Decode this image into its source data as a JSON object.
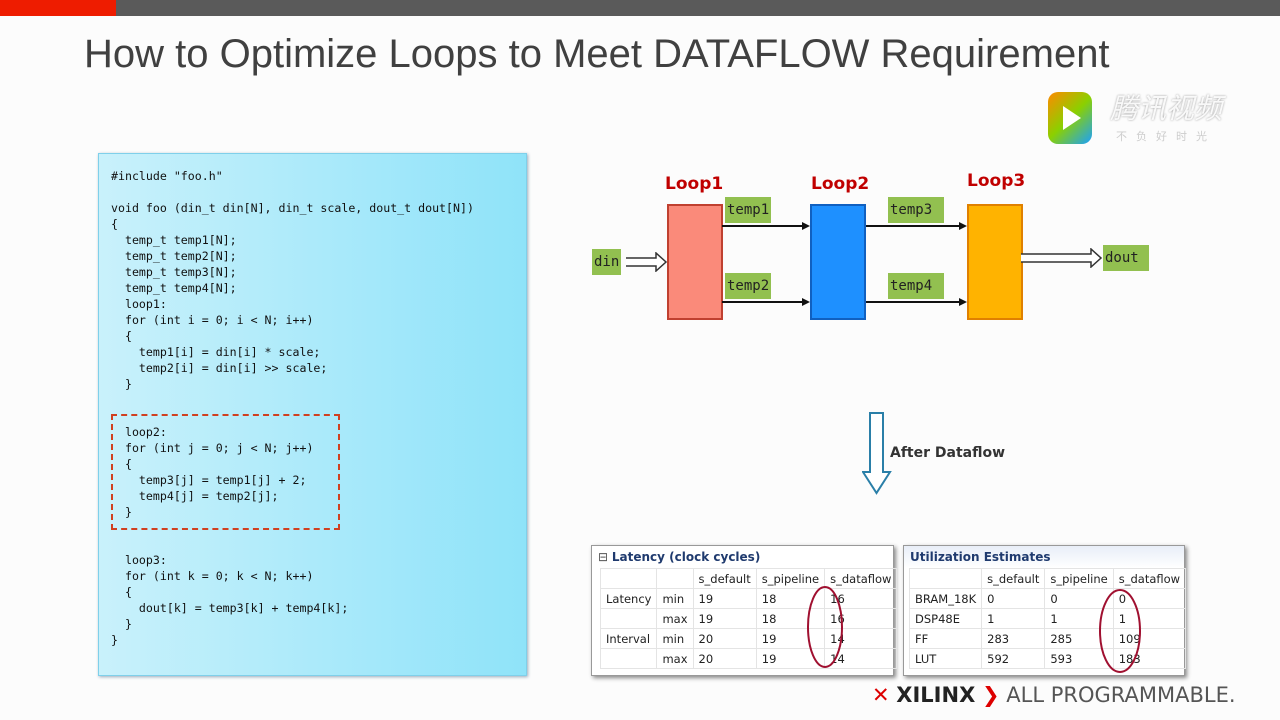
{
  "slide": {
    "title": "How to Optimize Loops to Meet DATAFLOW Requirement"
  },
  "watermark": {
    "brand": "腾讯视频",
    "slogan": "不负好时光"
  },
  "code": {
    "lines": [
      "#include \"foo.h\"",
      "",
      "void foo (din_t din[N], din_t scale, dout_t dout[N])",
      "{",
      "  temp_t temp1[N];",
      "  temp_t temp2[N];",
      "  temp_t temp3[N];",
      "  temp_t temp4[N];",
      "  loop1:",
      "  for (int i = 0; i < N; i++)",
      "  {",
      "    temp1[i] = din[i] * scale;",
      "    temp2[i] = din[i] >> scale;",
      "  }",
      "",
      "",
      "  loop2:",
      "  for (int j = 0; j < N; j++)",
      "  {",
      "    temp3[j] = temp1[j] + 2;",
      "    temp4[j] = temp2[j];",
      "  }",
      "",
      "",
      "  loop3:",
      "  for (int k = 0; k < N; k++)",
      "  {",
      "    dout[k] = temp3[k] + temp4[k];",
      "  }",
      "}"
    ]
  },
  "diagram": {
    "loop1": "Loop1",
    "loop2": "Loop2",
    "loop3": "Loop3",
    "din": "din",
    "dout": "dout",
    "temp1": "temp1",
    "temp2": "temp2",
    "temp3": "temp3",
    "temp4": "temp4",
    "colors": {
      "loop1": "#fa8a7a",
      "loop2": "#1e90ff",
      "loop3": "#ffb300",
      "label": "#92c050"
    }
  },
  "arrow_label": "After Dataflow",
  "latency": {
    "title": "Latency (clock cycles)",
    "headers": [
      "",
      "",
      "s_default",
      "s_pipeline",
      "s_dataflow"
    ],
    "rows": [
      [
        "Latency",
        "min",
        "19",
        "18",
        "16"
      ],
      [
        "",
        "max",
        "19",
        "18",
        "16"
      ],
      [
        "Interval",
        "min",
        "20",
        "19",
        "14"
      ],
      [
        "",
        "max",
        "20",
        "19",
        "14"
      ]
    ]
  },
  "utilization": {
    "title": "Utilization Estimates",
    "headers": [
      "",
      "s_default",
      "s_pipeline",
      "s_dataflow"
    ],
    "rows": [
      [
        "BRAM_18K",
        "0",
        "0",
        "0"
      ],
      [
        "DSP48E",
        "1",
        "1",
        "1"
      ],
      [
        "FF",
        "283",
        "285",
        "109"
      ],
      [
        "LUT",
        "592",
        "593",
        "183"
      ]
    ]
  },
  "footer": {
    "brand": "XILINX",
    "tagline": "ALL PROGRAMMABLE."
  }
}
